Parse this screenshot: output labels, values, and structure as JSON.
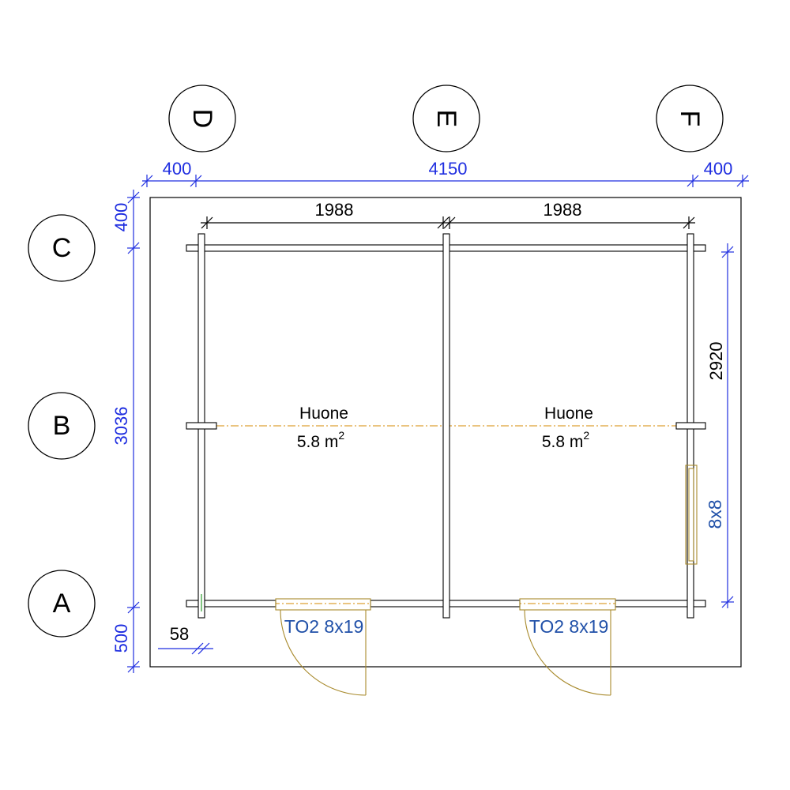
{
  "axes": {
    "columns": [
      {
        "label": "D"
      },
      {
        "label": "E"
      },
      {
        "label": "F"
      }
    ],
    "rows": [
      {
        "label": "C"
      },
      {
        "label": "B"
      },
      {
        "label": "A"
      }
    ]
  },
  "dimensions": {
    "top_outer": [
      "400",
      "4150",
      "400"
    ],
    "top_inner": [
      "1988",
      "1988"
    ],
    "left": [
      "400",
      "3036",
      "500"
    ],
    "right": "2920",
    "wall_offset": "58"
  },
  "rooms": [
    {
      "name": "Huone",
      "area": "5.8 m",
      "area_sup": "2"
    },
    {
      "name": "Huone",
      "area": "5.8 m",
      "area_sup": "2"
    }
  ],
  "doors": [
    {
      "label": "TO2 8x19"
    },
    {
      "label": "TO2 8x19"
    }
  ],
  "window": {
    "label": "8x8"
  },
  "colors": {
    "dimension": "#1f2ee0",
    "centerline": "#d48a00",
    "door_swing": "#a88a2c",
    "tag_text": "#2050a8",
    "walls": "#000000"
  }
}
